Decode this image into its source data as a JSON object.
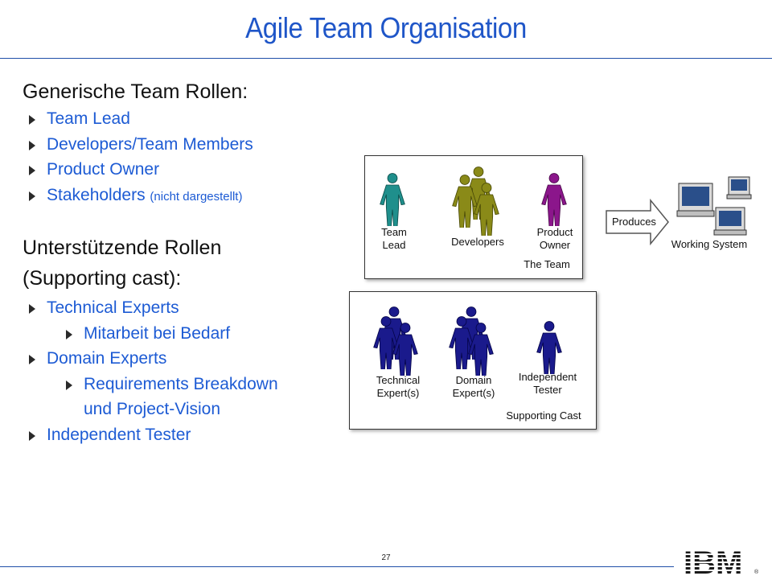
{
  "title": "Agile Team Organisation",
  "section1": {
    "heading": "Generische Team Rollen:",
    "items": [
      "Team Lead",
      "Developers/Team Members",
      "Product Owner",
      "Stakeholders"
    ],
    "stakeholders_note": "(nicht dargestellt)"
  },
  "section2": {
    "heading_line1": "Unterstützende Rollen",
    "heading_line2": "(Supporting cast):",
    "technical_experts": "Technical Experts",
    "technical_sub": "Mitarbeit bei Bedarf",
    "domain_experts": "Domain Experts",
    "domain_sub_line1": "Requirements Breakdown",
    "domain_sub_line2": "und Project-Vision",
    "independent_tester": "Independent Tester"
  },
  "team_box": {
    "team_lead_1": "Team",
    "team_lead_2": "Lead",
    "developers": "Developers",
    "product_owner_1": "Product",
    "product_owner_2": "Owner",
    "caption": "The Team"
  },
  "supporting_box": {
    "technical_1": "Technical",
    "technical_2": "Expert(s)",
    "domain_1": "Domain",
    "domain_2": "Expert(s)",
    "tester_1": "Independent",
    "tester_2": "Tester",
    "caption": "Supporting Cast"
  },
  "produces_label": "Produces",
  "working_system_label": "Working System",
  "page_number": "27",
  "logo_text": "IBM",
  "colors": {
    "title": "#1f56c8",
    "bullet_text": "#1d5bd4",
    "team_lead": "#1f8f8c",
    "developers": "#8a8a18",
    "product_owner": "#8b168b",
    "supporting": "#1a1a8c"
  }
}
